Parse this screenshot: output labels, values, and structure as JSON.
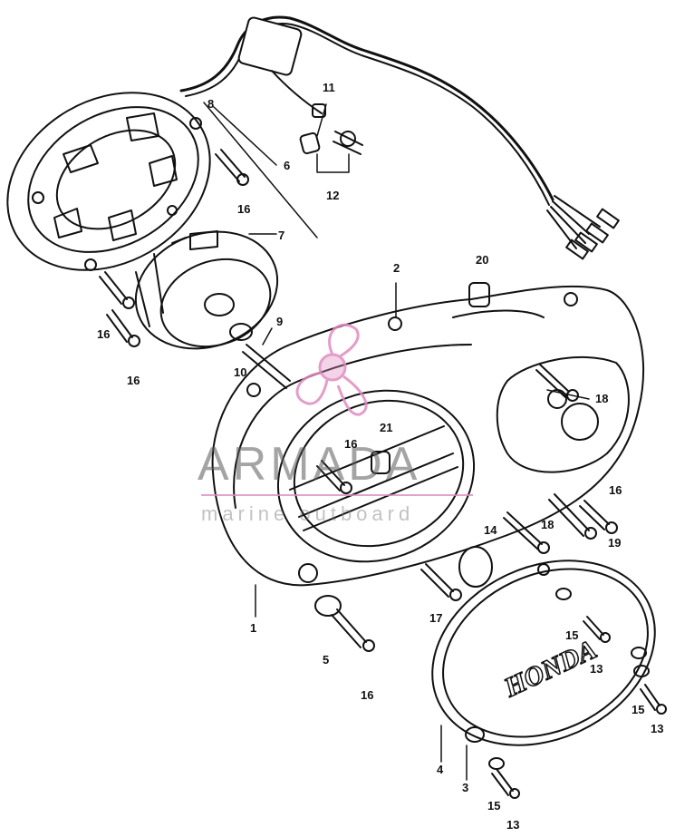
{
  "callouts": [
    {
      "id": "c1",
      "text": "1"
    },
    {
      "id": "c2",
      "text": "2"
    },
    {
      "id": "c3",
      "text": "3"
    },
    {
      "id": "c4",
      "text": "4"
    },
    {
      "id": "c5",
      "text": "5"
    },
    {
      "id": "c6",
      "text": "6"
    },
    {
      "id": "c7",
      "text": "7"
    },
    {
      "id": "c8",
      "text": "8"
    },
    {
      "id": "c9",
      "text": "9"
    },
    {
      "id": "c10",
      "text": "10"
    },
    {
      "id": "c11",
      "text": "11"
    },
    {
      "id": "c12",
      "text": "12"
    },
    {
      "id": "c13a",
      "text": "13"
    },
    {
      "id": "c13b",
      "text": "13"
    },
    {
      "id": "c13c",
      "text": "13"
    },
    {
      "id": "c14",
      "text": "14"
    },
    {
      "id": "c15a",
      "text": "15"
    },
    {
      "id": "c15b",
      "text": "15"
    },
    {
      "id": "c15c",
      "text": "15"
    },
    {
      "id": "c16a",
      "text": "16"
    },
    {
      "id": "c16b",
      "text": "16"
    },
    {
      "id": "c16c",
      "text": "16"
    },
    {
      "id": "c16d",
      "text": "16"
    },
    {
      "id": "c16e",
      "text": "16"
    },
    {
      "id": "c16f",
      "text": "16"
    },
    {
      "id": "c17",
      "text": "17"
    },
    {
      "id": "c18a",
      "text": "18"
    },
    {
      "id": "c18b",
      "text": "18"
    },
    {
      "id": "c19",
      "text": "19"
    },
    {
      "id": "c20",
      "text": "20"
    },
    {
      "id": "c21",
      "text": "21"
    }
  ],
  "cover_lettering": "HONDA",
  "watermark": {
    "name": "ARMADA",
    "tagline": "marine outboard",
    "accent_color": "#e08cc0"
  },
  "colors": {
    "ink": "#111111",
    "paper": "#ffffff"
  }
}
